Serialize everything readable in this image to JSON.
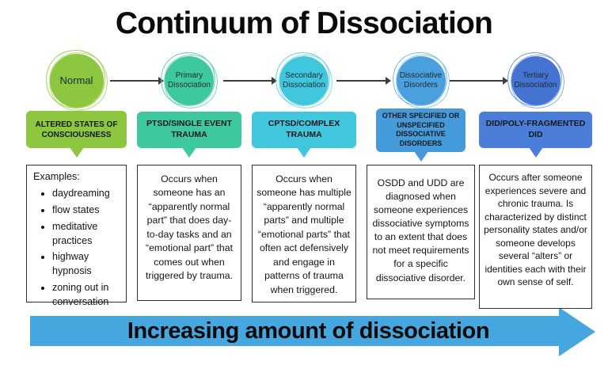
{
  "title": "Continuum of Dissociation",
  "stages": [
    {
      "circle_label": "Normal",
      "header": "ALTERED STATES OF CONSCIOUSNESS",
      "color": "#8dc63f",
      "ring_color": "#9fd24e",
      "header_color": "#8dc63f",
      "body_intro": "Examples:",
      "body_items": [
        "daydreaming",
        "flow states",
        "meditative practices",
        "highway hypnosis",
        "zoning out in conversation"
      ]
    },
    {
      "circle_label": "Primary Dissociation",
      "header": "PTSD/SINGLE EVENT TRAUMA",
      "color": "#3ec89e",
      "ring_color": "#5ad2ae",
      "header_color": "#3ec89e",
      "body_text": "Occurs when someone has an “apparently normal part” that does day-to-day tasks and an “emotional part” that comes out when triggered by trauma."
    },
    {
      "circle_label": "Secondary Dissociation",
      "header": "CPTSD/COMPLEX TRAUMA",
      "color": "#41c7dd",
      "ring_color": "#62d3e6",
      "header_color": "#41c7dd",
      "body_text": "Occurs when someone has multiple “apparently normal parts” and multiple “emotional parts” that often act defensively and engage in patterns of trauma when triggered."
    },
    {
      "circle_label": "Dissociative Disorders",
      "header": "OTHER SPECIFIED OR UNSPECIFIED DISSOCIATIVE DISORDERS",
      "color": "#4aa0dc",
      "ring_color": "#73b9ea",
      "header_color": "#459bda",
      "body_text": "OSDD and UDD are diagnosed when someone experiences dissociative symptoms to an extent that does not meet requirements for a specific dissociative disorder."
    },
    {
      "circle_label": "Tertiary Dissociation",
      "header": "DID/POLY-FRAGMENTED DID",
      "color": "#4573d2",
      "ring_color": "#6d97e6",
      "header_color": "#4b7ed9",
      "body_text": "Occurs after someone experiences severe and chronic trauma. Is characterized by distinct personality states and/or someone develops several “alters” or identities each with their own sense of self."
    }
  ],
  "bottom_arrow": {
    "label": "Increasing amount of dissociation",
    "color": "#45a7dd"
  }
}
